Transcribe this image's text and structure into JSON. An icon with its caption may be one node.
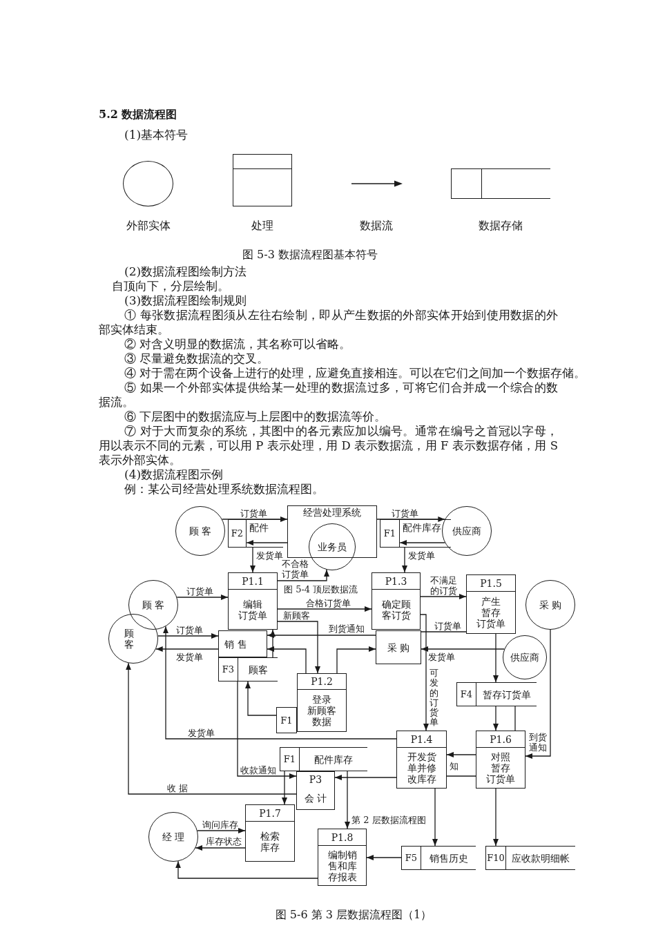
{
  "diagram": {
    "title": "5.2 数据流程图",
    "caption": "图 5-6 第 3 层数据流程图（1）",
    "nodes": [
      {
        "text": [],
        "shape": "circle",
        "beside": [
          "外部实体"
        ]
      },
      {
        "text": [],
        "shape": "box",
        "beside": [
          "处理"
        ]
      },
      {
        "text": [],
        "shape": "box",
        "beside": [
          "数据存储"
        ]
      },
      {
        "text": [
          "顾 客"
        ]
      },
      {
        "text": [
          "经营处理系统"
        ]
      },
      {
        "text": [
          "业务员"
        ]
      },
      {
        "text": [
          "供应商"
        ]
      },
      {
        "text": [
          "F2",
          "配件"
        ]
      },
      {
        "text": [
          "F1",
          "配件库存"
        ]
      },
      {
        "text": [
          "P1.1",
          "编辑订货单"
        ]
      },
      {
        "text": [
          "P1.3",
          "确定顾客订货"
        ]
      },
      {
        "text": [
          "P1.5",
          "产生暂存订货单"
        ]
      },
      {
        "text": [
          "顾 客"
        ]
      },
      {
        "text": [
          "采 购"
        ]
      },
      {
        "text": [
          "顾客"
        ]
      },
      {
        "text": [
          "销 售"
        ]
      },
      {
        "text": [
          "采 购"
        ]
      },
      {
        "text": [
          "供应商"
        ]
      },
      {
        "text": [
          "F3",
          "顾客"
        ]
      },
      {
        "text": [
          "F4",
          "暂存订货单"
        ]
      },
      {
        "text": [
          "P1.2",
          "登录新顾客数据"
        ]
      },
      {
        "text": [
          "F1"
        ]
      },
      {
        "text": [
          "P1.4",
          "开发货单并修改库存"
        ]
      },
      {
        "text": [
          "P1.6",
          "对照暂存订货单"
        ]
      },
      {
        "text": [
          "P3",
          "会 计"
        ]
      },
      {
        "text": [
          "F1",
          "配件库存"
        ]
      },
      {
        "text": [
          "P1.7",
          "检索库存"
        ]
      },
      {
        "text": [
          "经 理"
        ]
      },
      {
        "text": [
          "P1.8",
          "编制销售和库存报表"
        ]
      },
      {
        "text": [
          "F5",
          "销售历史"
        ]
      },
      {
        "text": [
          "F10",
          "应收款明细帐"
        ]
      }
    ],
    "edges": [
      {
        "from": 3,
        "to": 4,
        "arrow": "to",
        "label": "订货单"
      },
      {
        "from": 4,
        "to": 7,
        "arrow": "to"
      },
      {
        "from": 7,
        "to": 9,
        "arrow": "to",
        "label": "发货单"
      },
      {
        "from": 4,
        "to": 6,
        "arrow": "to",
        "label": "订货单"
      },
      {
        "from": 6,
        "to": 8,
        "arrow": "to"
      },
      {
        "from": 8,
        "to": 10,
        "arrow": "to",
        "label": "发货单"
      },
      {
        "from": 9,
        "to": 5,
        "arrow": "to",
        "label": "不合格订货单"
      },
      {
        "from": 9,
        "to": 10,
        "arrow": "to",
        "label": "合格订货单"
      },
      {
        "from": 10,
        "to": 11,
        "arrow": "to",
        "label": "不满足的订货"
      },
      {
        "from": 12,
        "to": 9,
        "arrow": "to",
        "label": "订货单"
      },
      {
        "from": 13,
        "to": 23,
        "arrow": "to",
        "label": "到货通知"
      },
      {
        "from": 14,
        "to": 15,
        "arrow": "to",
        "label": "订货单"
      },
      {
        "from": 15,
        "to": 14,
        "arrow": "to",
        "label": "发货单"
      },
      {
        "from": 9,
        "to": 20,
        "arrow": "to",
        "label": "新顾客"
      },
      {
        "from": 16,
        "to": 15,
        "arrow": "to",
        "label": "到货通知"
      },
      {
        "from": 20,
        "to": 15,
        "arrow": "to"
      },
      {
        "from": 20,
        "to": 16,
        "arrow": "to"
      },
      {
        "from": 16,
        "to": 11,
        "arrow": "none",
        "label": "订货单"
      },
      {
        "from": 17,
        "to": 16,
        "arrow": "to",
        "label": "发货单"
      },
      {
        "from": 10,
        "to": 22,
        "arrow": "to",
        "label": "可发的订货单"
      },
      {
        "from": 11,
        "to": 19,
        "arrow": "to"
      },
      {
        "from": 18,
        "to": 9,
        "arrow": "to"
      },
      {
        "from": 21,
        "to": 18,
        "arrow": "to"
      },
      {
        "from": 18,
        "to": 24,
        "arrow": "to",
        "label": "收款通知"
      },
      {
        "from": 19,
        "to": 23,
        "arrow": "to"
      },
      {
        "from": 19,
        "to": 23,
        "arrow": "none"
      },
      {
        "from": 22,
        "to": 12,
        "arrow": "to",
        "label": "发货单"
      },
      {
        "from": 23,
        "to": 22,
        "arrow": "to"
      },
      {
        "from": 22,
        "to": 23,
        "arrow": "none"
      },
      {
        "from": 22,
        "to": 24,
        "arrow": "to"
      },
      {
        "from": 24,
        "to": 14,
        "arrow": "to",
        "label": "收 据"
      },
      {
        "from": 25,
        "to": 26,
        "arrow": "to"
      },
      {
        "from": 25,
        "to": 28,
        "arrow": "to"
      },
      {
        "from": 27,
        "to": 26,
        "arrow": "to",
        "label": "询问库存"
      },
      {
        "from": 26,
        "to": 27,
        "arrow": "to",
        "label": "库存状态"
      },
      {
        "from": 28,
        "to": 27,
        "arrow": "to"
      },
      {
        "from": 22,
        "to": 29,
        "arrow": "to"
      },
      {
        "from": 23,
        "to": 30,
        "arrow": "to"
      },
      {
        "from": 29,
        "to": 28,
        "arrow": "to"
      }
    ],
    "labels": [
      "(1)基本符号",
      "数据流",
      "图 5-3 数据流程图基本符号",
      "(2)数据流程图绘制方法",
      "自顶向下，分层绘制。",
      "(3)数据流程图绘制规则",
      "① 每张数据流程图须从左往右绘制，即从产生数据的外部实体开始到使用数据的外部实体结束。",
      "② 对含义明显的数据流，其名称可以省略。",
      "③ 尽量避免数据流的交叉。",
      "④ 对于需在两个设备上进行的处理，应避免直接相连。可以在它们之间加一个数据存储。",
      "⑤ 如果一个外部实体提供给某一处理的数据流过多，可将它们合并成一个综合的数据流。",
      "⑥ 下层图中的数据流应与上层图中的数据流等价。",
      "⑦ 对于大而复杂的系统，其图中的各元素应加以编号。通常在编号之首冠以字母，用以表示不同的元素，可以用 P 表示处理，用 D 表示数据流，用 F 表示数据存储，用 S 表示外部实体。",
      "(4)数据流程图示例",
      "例：某公司经营处理系统数据流程图。",
      "图 5-4 顶层数据流",
      "知",
      "第 2 层数据流程图"
    ]
  }
}
